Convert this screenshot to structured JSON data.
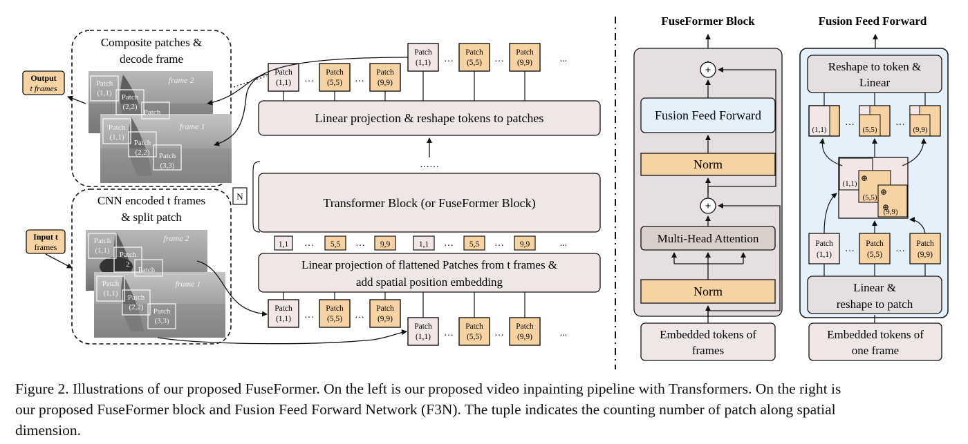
{
  "left": {
    "composite_title": [
      "Composite patches &",
      "decode frame"
    ],
    "cnn_title": [
      "CNN encoded t frames",
      "& split patch"
    ],
    "output_label": [
      "Output",
      "t frames"
    ],
    "input_label": [
      "Input t",
      "frames"
    ],
    "frame_top_2": "frame 2",
    "frame_top_1": "frame 1",
    "frame_bot_2": "frame 2",
    "frame_bot_1": "frame 1",
    "img_patch_labels": [
      "Patch",
      "(1,1)",
      "Patch",
      "(2,2)",
      "Patch",
      "Patch",
      "(1,1)",
      "Patch",
      "(2,2)",
      "Patch",
      "(3,3)"
    ],
    "img_patch_labels_bottom": [
      "Patch",
      "(1,1)",
      "Patch",
      "2",
      "Patch",
      "Patch",
      "(1,1)",
      "Patch",
      "(2,2)",
      "Patch",
      "(3,3)"
    ]
  },
  "pipeline": {
    "linear_reshape": "Linear projection & reshape tokens to patches",
    "transformer_block": "Transformer Block (or FuseFormer Block)",
    "linear_flatten": [
      "Linear projection of flattened Patches from t frames &",
      "add spatial position embedding"
    ],
    "n_label": "N",
    "dots": "……",
    "ellipsis": "…",
    "ellipsis_tail": "...",
    "patch_word": "Patch",
    "patch_ids": [
      "(1,1)",
      "(5,5)",
      "(9,9)"
    ],
    "token_ids": [
      "1,1",
      "5,5",
      "9,9",
      "1,1",
      "5,5",
      "9,9"
    ]
  },
  "fuseformer_block": {
    "title": "FuseFormer Block",
    "fusion_ff": "Fusion Feed Forward",
    "norm_top": "Norm",
    "mha": "Multi-Head Attention",
    "norm_bottom": "Norm",
    "embedded": [
      "Embedded tokens of",
      "frames"
    ],
    "plus": "+"
  },
  "f3n": {
    "title": "Fusion Feed Forward",
    "reshape_top": [
      "Reshape to token &",
      "Linear"
    ],
    "linear_bottom": [
      "Linear &",
      "reshape to patch"
    ],
    "embedded": [
      "Embedded tokens of",
      "one frame"
    ],
    "top_ids": [
      "(1,1)",
      "(5,5)",
      "(9,9)"
    ],
    "center_ids": [
      "(1,1)",
      "(5,5)",
      "(9,9)"
    ],
    "bottom_ids": [
      "(1,1)",
      "(5,5)",
      "(9,9)"
    ],
    "oplus": "⊕"
  },
  "caption": [
    "Figure 2. Illustrations of our proposed FuseFormer. On the left is our proposed video inpainting pipeline with Transformers. On the right is",
    "our proposed FuseFormer block and Fusion Feed Forward Network (F3N). The tuple indicates the counting number of patch along spatial",
    "dimension."
  ],
  "colors": {
    "patch_fill": "#f2ddc9",
    "patch_orange": "#f7d2a3",
    "block_fill": "#efe7e6",
    "block_gray": "#e5e0df",
    "light_blue": "#e4f1fa",
    "mha_fill": "#d8d0c9"
  }
}
